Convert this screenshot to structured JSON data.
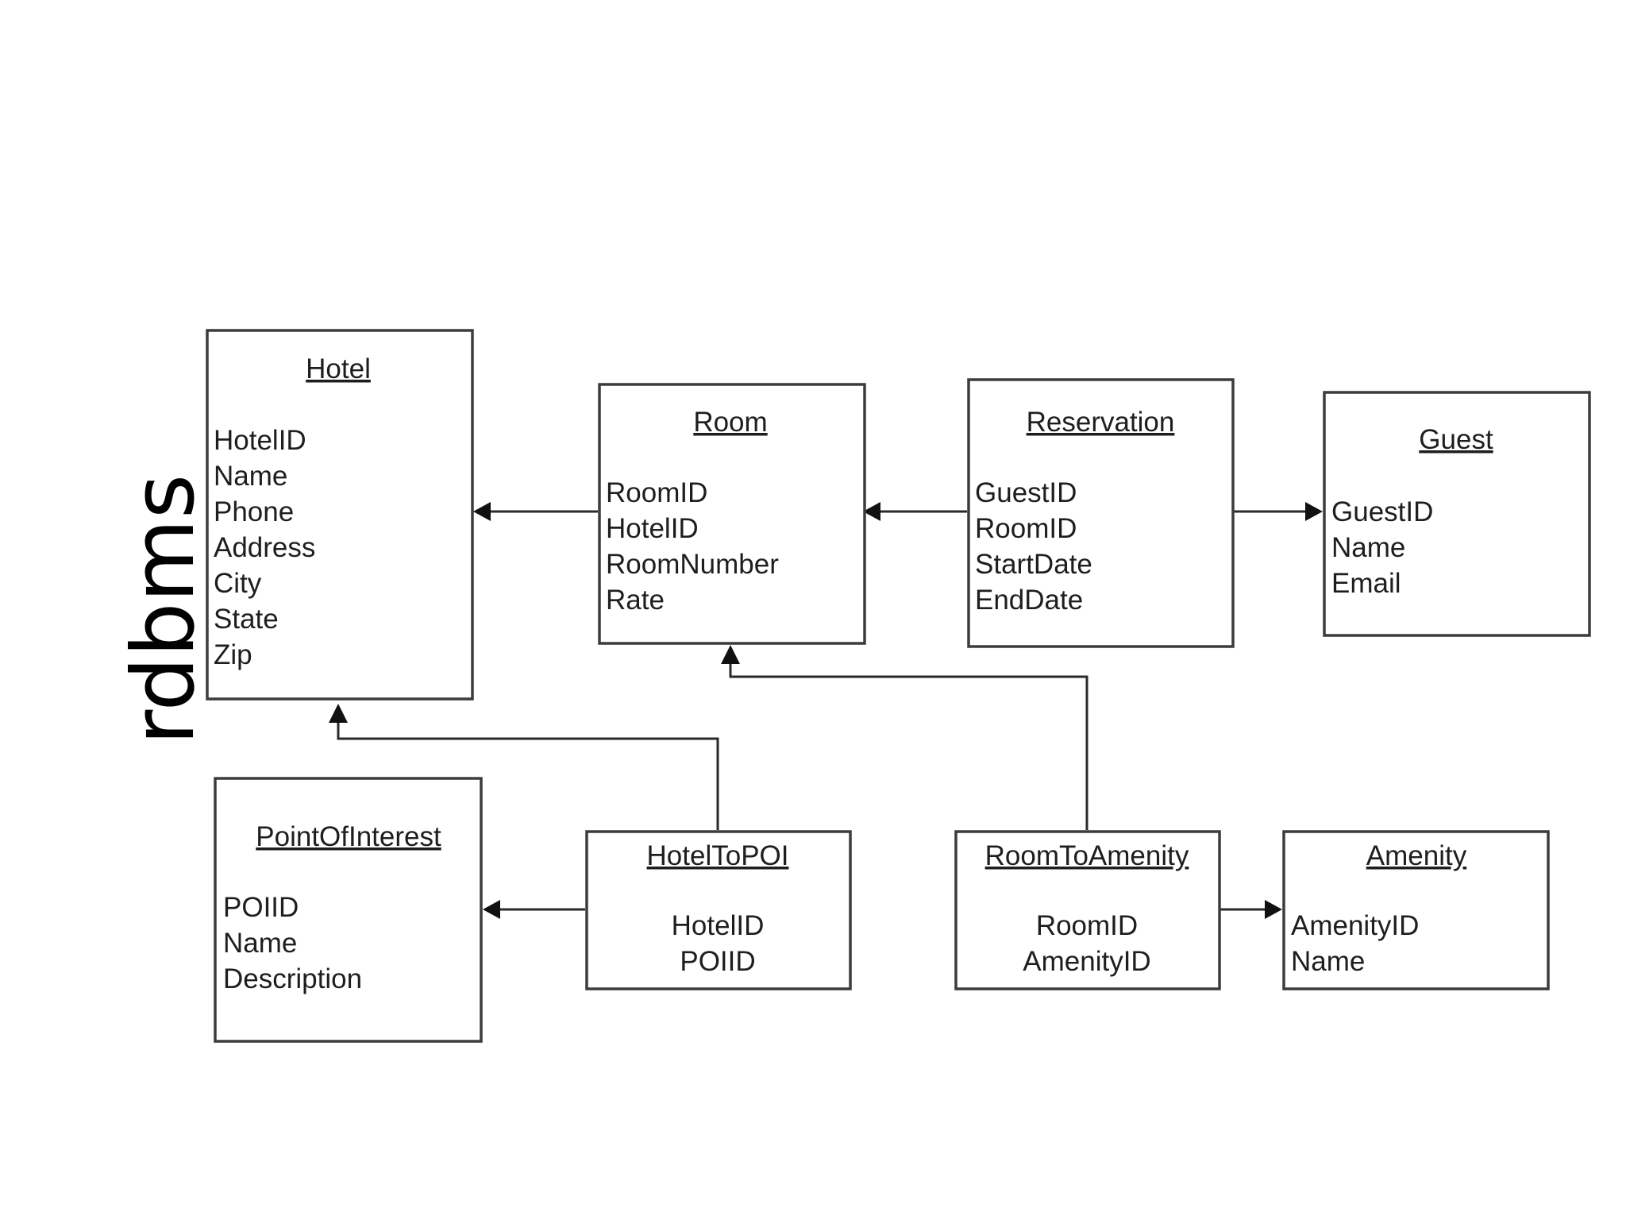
{
  "side_label": "rdbms",
  "entities": {
    "hotel": {
      "title": "Hotel",
      "fields": [
        "HotelID",
        "Name",
        "Phone",
        "Address",
        "City",
        "State",
        "Zip"
      ]
    },
    "room": {
      "title": "Room",
      "fields": [
        "RoomID",
        "HotelID",
        "RoomNumber",
        "Rate"
      ]
    },
    "reservation": {
      "title": "Reservation",
      "fields": [
        "GuestID",
        "RoomID",
        "StartDate",
        "EndDate"
      ]
    },
    "guest": {
      "title": "Guest",
      "fields": [
        "GuestID",
        "Name",
        "Email"
      ]
    },
    "point_of_interest": {
      "title": "PointOfInterest",
      "fields": [
        "POIID",
        "Name",
        "Description"
      ]
    },
    "hotel_to_poi": {
      "title": "HotelToPOI",
      "fields": [
        "HotelID",
        "POIID"
      ]
    },
    "room_to_amenity": {
      "title": "RoomToAmenity",
      "fields": [
        "RoomID",
        "AmenityID"
      ]
    },
    "amenity": {
      "title": "Amenity",
      "fields": [
        "AmenityID",
        "Name"
      ]
    }
  },
  "relationships": [
    {
      "from": "Room",
      "to": "Hotel"
    },
    {
      "from": "Reservation",
      "to": "Room"
    },
    {
      "from": "Reservation",
      "to": "Guest"
    },
    {
      "from": "HotelToPOI",
      "to": "Hotel"
    },
    {
      "from": "HotelToPOI",
      "to": "PointOfInterest"
    },
    {
      "from": "RoomToAmenity",
      "to": "Room"
    },
    {
      "from": "RoomToAmenity",
      "to": "Amenity"
    }
  ]
}
